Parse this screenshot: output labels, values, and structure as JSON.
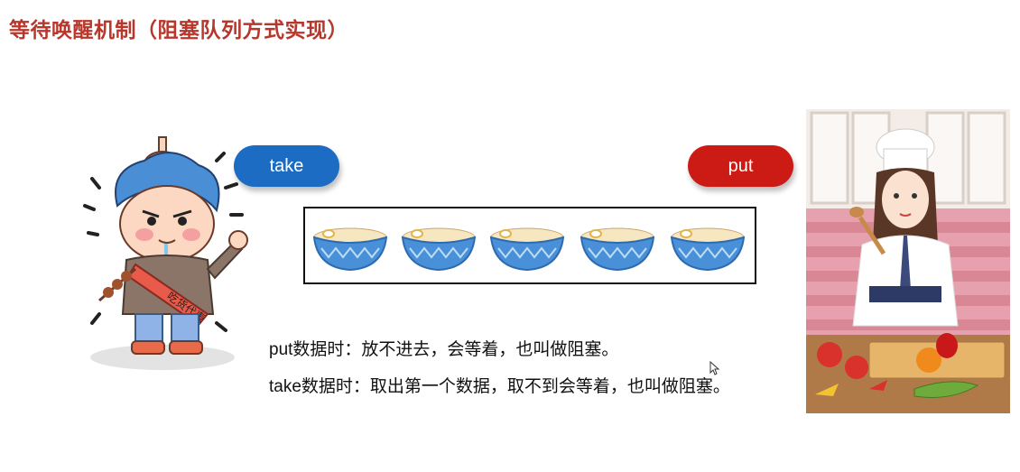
{
  "title": "等待唤醒机制（阻塞队列方式实现）",
  "take_label": "take",
  "put_label": "put",
  "queue": {
    "bowl_count": 5
  },
  "descriptions": [
    "put数据时：放不进去，会等着，也叫做阻塞。",
    "take数据时：取出第一个数据，取不到会等着，也叫做阻塞。"
  ],
  "colors": {
    "title": "#b8372c",
    "take": "#1c6cc3",
    "put": "#cc1b14",
    "bowl": "#4a90d9"
  },
  "left_illustration": {
    "sash_text": "吃货代表"
  }
}
